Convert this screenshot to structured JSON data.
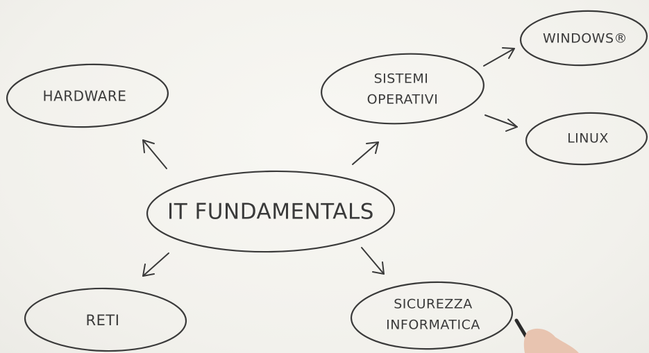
{
  "diagram": {
    "center": {
      "label": "IT FUNDAMENTALS"
    },
    "hardware": {
      "label": "HARDWARE"
    },
    "reti": {
      "label": "RETI"
    },
    "sistemi": {
      "line1": "SISTEMI",
      "line2": "OPERATIVI"
    },
    "sicurezza": {
      "line1": "SICUREZZA",
      "line2": "INFORMATICA"
    },
    "windows": {
      "label": "WINDOWS®"
    },
    "linux": {
      "label": "LINUX"
    }
  }
}
